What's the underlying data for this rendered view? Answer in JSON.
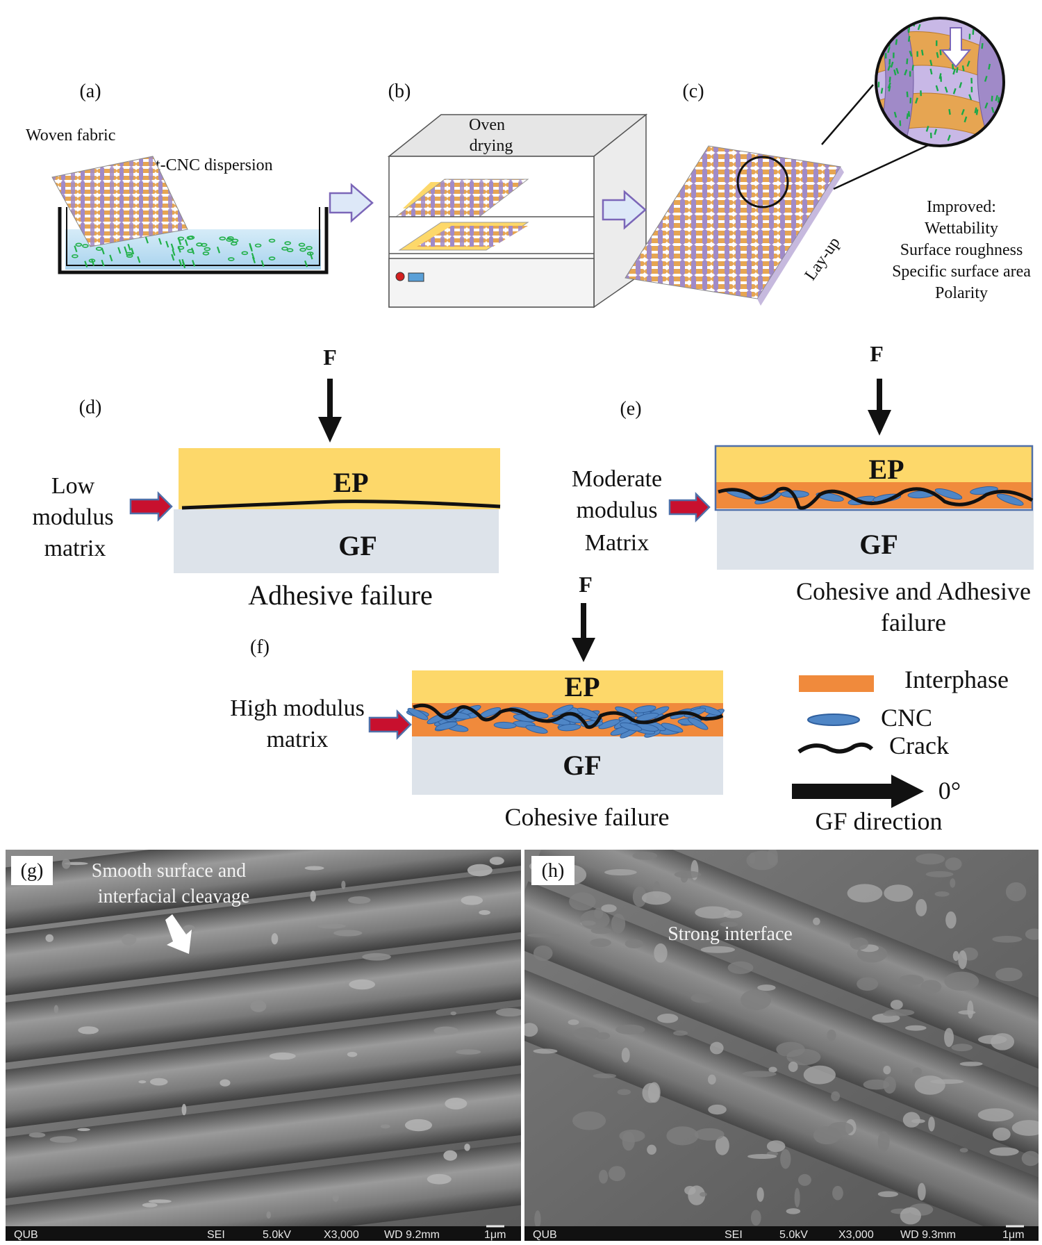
{
  "panels": {
    "a": {
      "label": "(a)",
      "fabric_label": "Woven fabric",
      "dispersion_label": "t-CNC dispersion"
    },
    "b": {
      "label": "(b)",
      "oven_line1": "Oven",
      "oven_line2": "drying"
    },
    "c": {
      "label": "(c)",
      "layup_label": "Lay-up",
      "improved": [
        "Improved:",
        "Wettability",
        "Surface roughness",
        "Specific surface area",
        "Polarity"
      ]
    },
    "d": {
      "label": "(d)",
      "force": "F",
      "matrix_lines": [
        "Low",
        "modulus",
        "matrix"
      ],
      "top_layer": "EP",
      "bottom_layer": "GF",
      "caption": "Adhesive failure"
    },
    "e": {
      "label": "(e)",
      "force": "F",
      "matrix_lines": [
        "Moderate",
        "modulus",
        "Matrix"
      ],
      "top_layer": "EP",
      "bottom_layer": "GF",
      "caption_lines": [
        "Cohesive and Adhesive",
        "failure"
      ]
    },
    "f": {
      "label": "(f)",
      "force": "F",
      "matrix_lines": [
        "High modulus",
        "matrix"
      ],
      "top_layer": "EP",
      "bottom_layer": "GF",
      "caption": "Cohesive failure"
    }
  },
  "legend": {
    "interphase": "Interphase",
    "cnc": "CNC",
    "crack": "Crack",
    "angle": "0°",
    "direction": "GF direction"
  },
  "sem": {
    "g": {
      "label": "(g)",
      "annotation_line1": "Smooth surface and",
      "annotation_line2": "interfacial cleavage",
      "bar": {
        "org": "QUB",
        "mode": "SEI",
        "kv": "5.0kV",
        "mag": "X3,000",
        "wd": "WD 9.2mm",
        "scale": "1μm"
      }
    },
    "h": {
      "label": "(h)",
      "annotation": "Strong interface",
      "bar": {
        "org": "QUB",
        "mode": "SEI",
        "kv": "5.0kV",
        "mag": "X3,000",
        "wd": "WD 9.3mm",
        "scale": "1μm"
      }
    }
  },
  "colors": {
    "ep": "#fdd86a",
    "gf": "#dde3ea",
    "interphase": "#f08a3c",
    "cnc": "#4f86c6",
    "fiber_orange": "#e6a552",
    "fiber_purple": "#a08ac8",
    "arrow_red": "#c8102e"
  }
}
